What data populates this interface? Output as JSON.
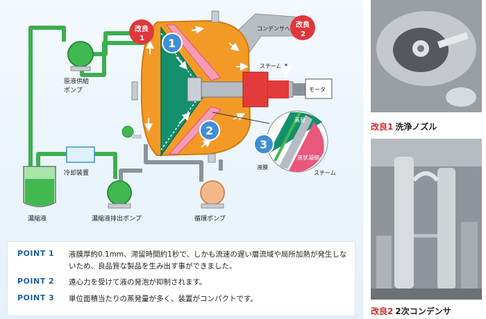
{
  "labels": {
    "feed_pump": [
      "原液供給",
      "ポンプ"
    ],
    "cooler": "冷却装置",
    "concentrate": "濃縮液",
    "concentrate_pump": "濃縮液排出ポンプ",
    "circulation_pump": "循環ポンプ",
    "steam": "スチーム",
    "motor": "モータ",
    "to_condenser": "コンデンサへ",
    "evaporation": "蒸発",
    "liquid_film": "液膜",
    "film_condensation": "液状凝縮",
    "steam_detail": "スチーム"
  },
  "badges": {
    "kairyo_1": [
      "改良",
      "1"
    ],
    "kairyo_2": [
      "改良",
      "2"
    ]
  },
  "markers": [
    "1",
    "2",
    "3"
  ],
  "points": [
    {
      "label": "POINT 1",
      "text": "液膜厚約0.1mm、滞留時間約1秒で、しかも流速の遅い層流域や局所加熱が発生しないため、良品質な製品を生み出す事ができました。"
    },
    {
      "label": "POINT 2",
      "text": "遠心力を受けて液の発泡が抑制されます。"
    },
    {
      "label": "POINT 3",
      "text": "単位面積当たりの蒸発量が多く、装置がコンパクトです。"
    }
  ],
  "photos": [
    {
      "tag": "改良1",
      "caption": "洗浄ノズル",
      "icon": "nozzle-photo"
    },
    {
      "tag": "改良2",
      "caption": "2次コンデンサ",
      "icon": "condenser-photo"
    }
  ],
  "colors": {
    "vessel": "#f39a26",
    "rotor": "#13906b",
    "liquid": "#41b950",
    "steam": "#e33b3b",
    "badge": "#e0373a",
    "marker": "#3f8fd6",
    "point_label": "#1f5fae"
  }
}
